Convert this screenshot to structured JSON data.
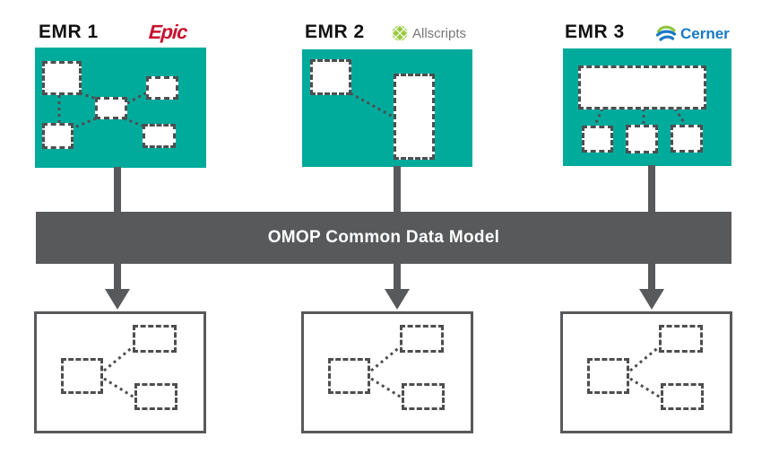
{
  "diagram": {
    "sources": [
      {
        "label": "EMR 1",
        "vendor": "Epic"
      },
      {
        "label": "EMR 2",
        "vendor": "Allscripts"
      },
      {
        "label": "EMR 3",
        "vendor": "Cerner"
      }
    ],
    "cdm_label": "OMOP Common Data Model"
  },
  "icons": {
    "epic_logo": "epic-wordmark",
    "allscripts_logo": "allscripts-lattice-circle",
    "cerner_logo": "cerner-swirl"
  },
  "colors": {
    "teal": "#00AB9C",
    "dark_gray": "#58595B",
    "line_gray": "#4D4E50",
    "epic_red": "#C8102E",
    "allscripts_green": "#97CA3E",
    "allscripts_gray": "#77787B",
    "cerner_blue": "#1779C4",
    "cerner_green": "#8DC63F"
  }
}
